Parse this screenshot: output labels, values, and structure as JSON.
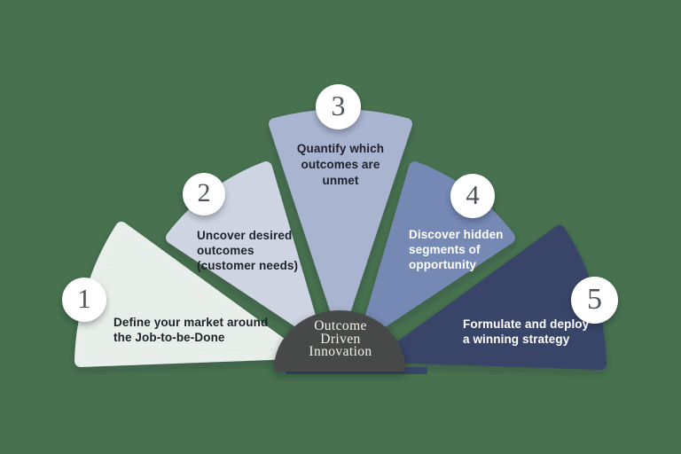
{
  "canvas": {
    "background_color": "#47714F"
  },
  "diagram_title": "Outcome\nDriven\nInnovation",
  "center_badge": {
    "title": "Outcome\nDriven\nInnovation",
    "fill_color": "#474849",
    "text_color": "#F4F1EA"
  },
  "number_badges": {
    "background_color": "#FFFFFF",
    "number_color": "#4F545A"
  },
  "segments": [
    {
      "number": "1",
      "label": "Define your market around\nthe Job-to-be-Done",
      "fill_color": "#E8EEE9",
      "text_color": "#1E222B"
    },
    {
      "number": "2",
      "label": "Uncover desired\noutcomes\n(customer needs)",
      "fill_color": "#CED4E2",
      "text_color": "#1E222B"
    },
    {
      "number": "3",
      "label": "Quantify which\noutcomes are\nunmet",
      "fill_color": "#A9B4D0",
      "text_color": "#1E222B"
    },
    {
      "number": "4",
      "label": "Discover hidden\nsegments of\nopportunity",
      "fill_color": "#7589B4",
      "text_color": "#FFFFFF"
    },
    {
      "number": "5",
      "label": "Formulate and deploy\na winning strategy",
      "fill_color": "#394569",
      "text_color": "#FFFFFF"
    }
  ]
}
